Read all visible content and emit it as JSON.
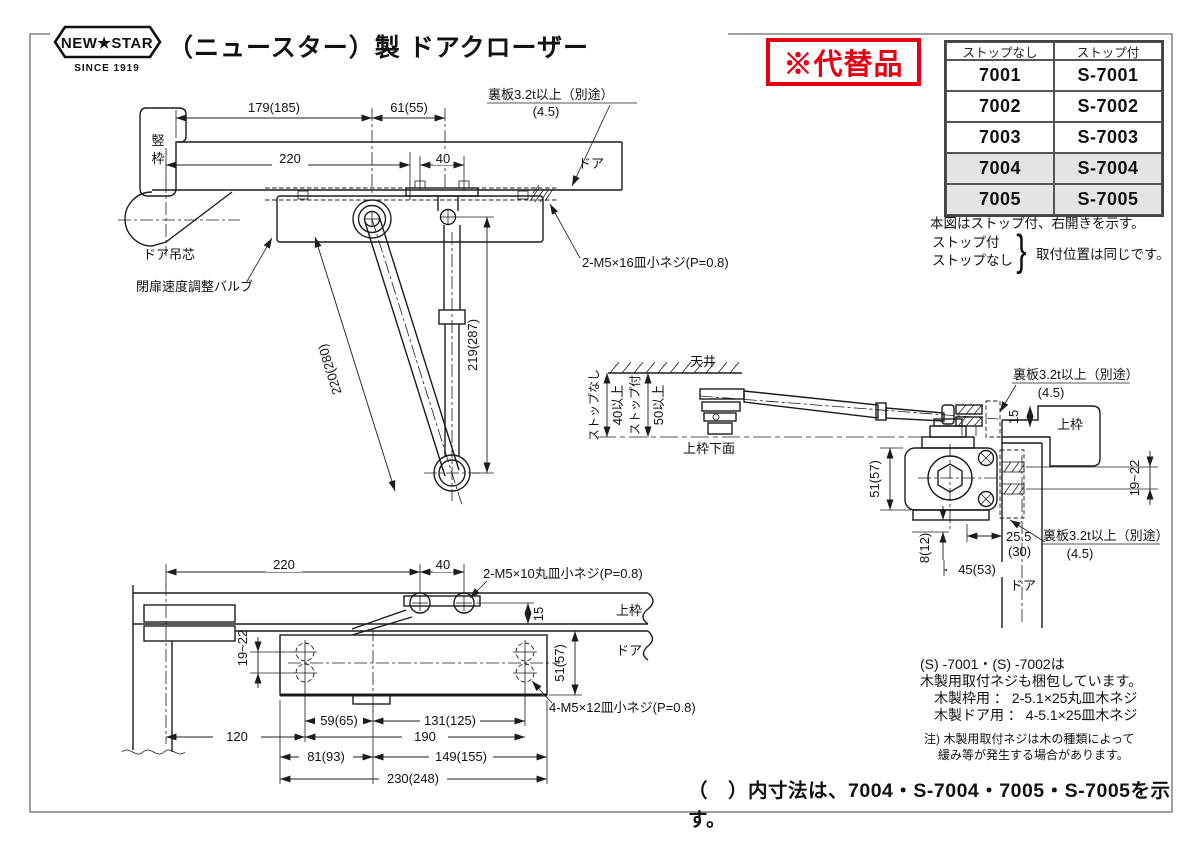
{
  "header": {
    "logo_text": "NEW★STAR",
    "logo_sub": "SINCE 1919",
    "title": "（ニュースター）製 ドアクローザー",
    "badge": "※代替品"
  },
  "model_table": {
    "headers": [
      "ストップなし",
      "ストップ付"
    ],
    "rows": [
      [
        "7001",
        "S-7001"
      ],
      [
        "7002",
        "S-7002"
      ],
      [
        "7003",
        "S-7003"
      ],
      [
        "7004",
        "S-7004"
      ],
      [
        "7005",
        "S-7005"
      ]
    ]
  },
  "side_notes": {
    "note1": "本図はストップ付、右開きを示す。",
    "brace_line1": "ストップ付",
    "brace_line2": "ストップなし",
    "brace": "}",
    "brace_right": "取付位置は同じです。"
  },
  "dwg_top": {
    "dim_179": "179(185)",
    "dim_61": "61(55)",
    "dim_220": "220",
    "dim_40": "40",
    "backplate": "裏板3.2t以上（別途）",
    "backplate_sub": "(4.5)",
    "door": "ドア",
    "frame_v1": "竪",
    "frame_v2": "枠",
    "pivot": "ドア吊芯",
    "valve": "閉扉速度調整バルブ",
    "screw": "2-M5×16皿小ネジ(P=0.8)",
    "dim_arm": "220(280)",
    "dim_link": "219(287)"
  },
  "dwg_ceiling": {
    "ceiling": "天井",
    "no_stop": "ストップなし",
    "no_stop_dim": "40以上",
    "with_stop": "ストップ付",
    "with_stop_dim": "50以上",
    "frame_under": "上枠下面",
    "backplate": "裏板3.2t以上（別途）",
    "backplate_sub": "(4.5)",
    "dim_15": "15",
    "frame": "上枠",
    "dim_19_22": "19~22",
    "dim_51": "51(57)",
    "dim_8": "8(12)",
    "dim_25_5": "25.5",
    "dim_30": "(30)",
    "dim_45": "45(53)",
    "backplate2": "裏板3.2t以上（別途）",
    "backplate2_sub": "(4.5)",
    "door": "ドア"
  },
  "dwg_bottom": {
    "dim_220": "220",
    "dim_40": "40",
    "screw_top": "2-M5×10丸皿小ネジ(P=0.8)",
    "frame": "上枠",
    "dim_15": "15",
    "door": "ドア",
    "dim_19_22": "19~22",
    "dim_51": "51(57)",
    "screw_plate": "4-M5×12皿小ネジ(P=0.8)",
    "dim_59": "59(65)",
    "dim_131": "131(125)",
    "dim_120": "120",
    "dim_190": "190",
    "dim_81": "81(93)",
    "dim_149": "149(155)",
    "dim_230": "230(248)"
  },
  "wood_note": {
    "line1": "(S) -7001・(S) -7002は",
    "line2": "木製用取付ネジも梱包しています。",
    "line3": "木製枠用 ： 2-5.1×25丸皿木ネジ",
    "line4": "木製ドア用 ： 4-5.1×25皿木ネジ",
    "caution1": "注) 木製用取付ネジは木の種類によって",
    "caution2": "緩み等が発生する場合があります。"
  },
  "footer": {
    "note": "（　）内寸法は、7004・S-7004・7005・S-7005を示す。"
  },
  "colors": {
    "accent_red": "#e60012",
    "line": "#1c1c1c",
    "row_highlight": "#e4e4e4"
  }
}
